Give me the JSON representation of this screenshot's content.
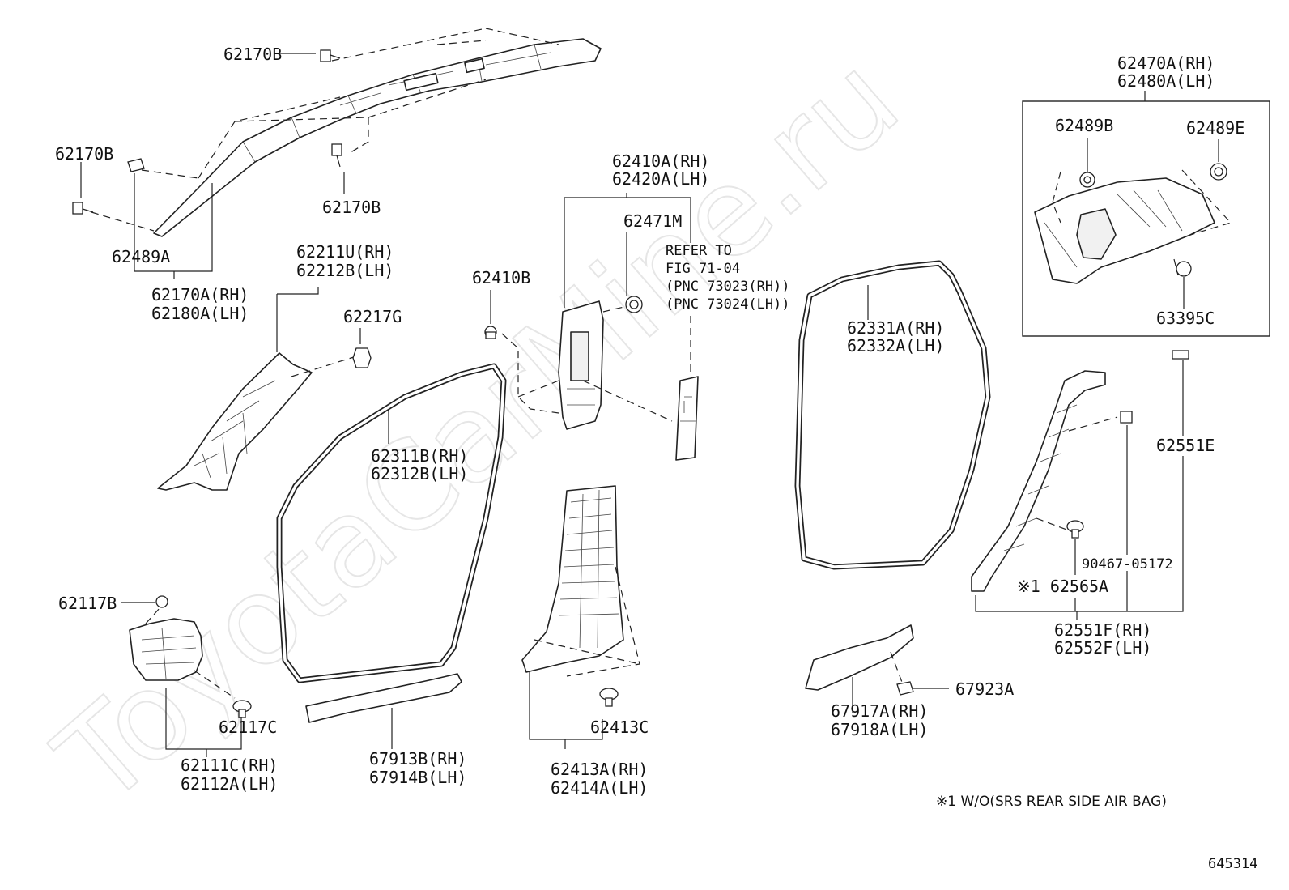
{
  "watermark": "ToyotaCarMine.ru",
  "labels": {
    "p62170B_top": "62170B",
    "p62170B_left": "62170B",
    "p62170B_mid": "62170B",
    "p62489A": "62489A",
    "p62170A_rh": "62170A(RH)",
    "p62180A_lh": "62180A(LH)",
    "p62211U_rh": "62211U(RH)",
    "p62212B_lh": "62212B(LH)",
    "p62217G": "62217G",
    "p62410B": "62410B",
    "p62410A_rh": "62410A(RH)",
    "p62420A_lh": "62420A(LH)",
    "p62471M": "62471M",
    "refer_1": "REFER TO",
    "refer_2": "FIG 71-04",
    "refer_3": "(PNC 73023(RH))",
    "refer_4": "(PNC 73024(LH))",
    "p62311B_rh": "62311B(RH)",
    "p62312B_lh": "62312B(LH)",
    "p62331A_rh": "62331A(RH)",
    "p62332A_lh": "62332A(LH)",
    "p62470A_rh": "62470A(RH)",
    "p62480A_lh": "62480A(LH)",
    "p62489B": "62489B",
    "p62489E": "62489E",
    "p63395C": "63395C",
    "p62551E": "62551E",
    "p90467": "90467-05172",
    "p62565A": "※1 62565A",
    "p62551F_rh": "62551F(RH)",
    "p62552F_lh": "62552F(LH)",
    "p62117B": "62117B",
    "p62117C": "62117C",
    "p62111C_rh": "62111C(RH)",
    "p62112A_lh": "62112A(LH)",
    "p67913B_rh": "67913B(RH)",
    "p67914B_lh": "67914B(LH)",
    "p62413C": "62413C",
    "p62413A_rh": "62413A(RH)",
    "p62414A_lh": "62414A(LH)",
    "p67917A_rh": "67917A(RH)",
    "p67918A_lh": "67918A(LH)",
    "p67923A": "67923A"
  },
  "footnote": "※1 W/O(SRS REAR SIDE AIR BAG)",
  "figure_number": "645314"
}
